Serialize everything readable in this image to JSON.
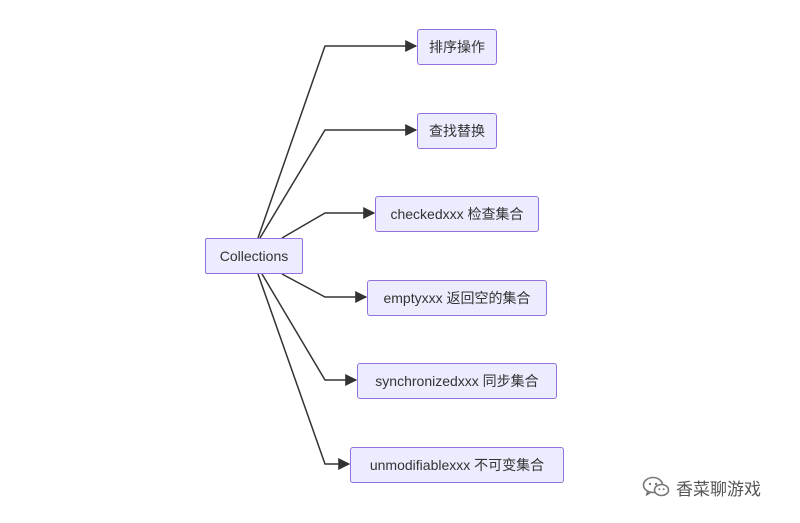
{
  "diagram": {
    "root": {
      "label": "Collections"
    },
    "children": [
      {
        "label": "排序操作"
      },
      {
        "label": "查找替换"
      },
      {
        "label": "checkedxxx 检查集合"
      },
      {
        "label": "emptyxxx 返回空的集合"
      },
      {
        "label": "synchronizedxxx 同步集合"
      },
      {
        "label": "unmodifiablexxx 不可变集合"
      }
    ],
    "colors": {
      "node_fill": "#ececff",
      "node_border": "#9370db",
      "edge": "#333333",
      "text": "#333333"
    }
  },
  "watermark": {
    "text": "香菜聊游戏",
    "icon": "wechat-icon"
  }
}
